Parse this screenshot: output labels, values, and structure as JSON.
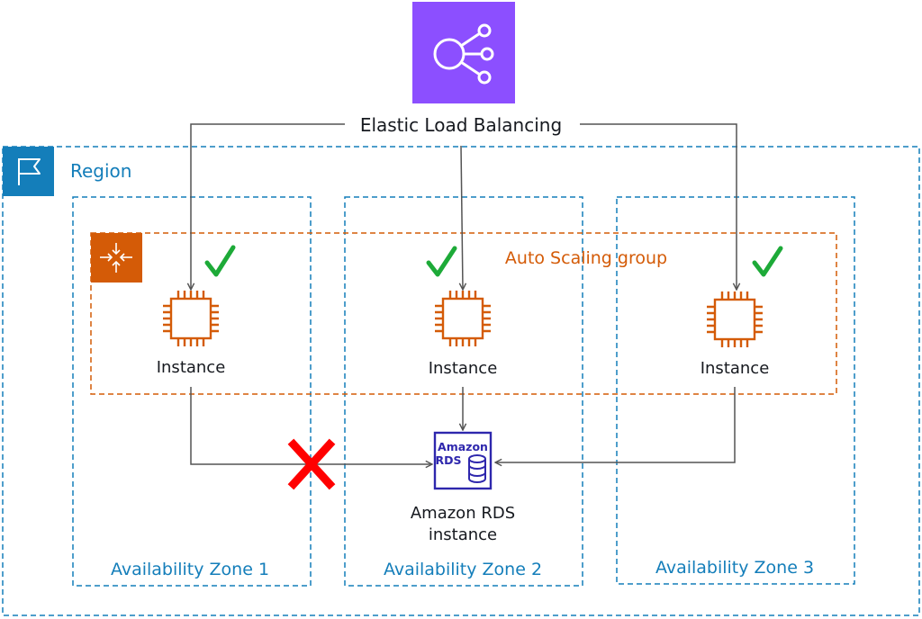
{
  "elb": {
    "label": "Elastic Load Balancing",
    "icon": "elastic-load-balancing-icon",
    "color": "#8C4FFF"
  },
  "region": {
    "label": "Region",
    "icon": "region-flag-icon",
    "color": "#147EBA"
  },
  "asg": {
    "label": "Auto Scaling group",
    "icon": "auto-scaling-icon",
    "color": "#D45B07"
  },
  "zones": [
    {
      "label": "Availability Zone 1"
    },
    {
      "label": "Availability Zone 2"
    },
    {
      "label": "Availability Zone 3"
    }
  ],
  "instances": [
    {
      "label": "Instance",
      "healthy": true,
      "icon": "ec2-instance-chip-icon"
    },
    {
      "label": "Instance",
      "healthy": true,
      "icon": "ec2-instance-chip-icon"
    },
    {
      "label": "Instance",
      "healthy": true,
      "icon": "ec2-instance-chip-icon"
    }
  ],
  "rds": {
    "badge_line1": "Amazon",
    "badge_line2": "RDS",
    "label_line1": "Amazon RDS",
    "label_line2": "instance",
    "icon": "amazon-rds-icon",
    "color": "#2E27AD"
  },
  "status": {
    "check_icon": "green-check-icon",
    "check_color": "#1DAA38",
    "failed_icon": "red-x-icon",
    "failed_color": "#FF0000"
  }
}
